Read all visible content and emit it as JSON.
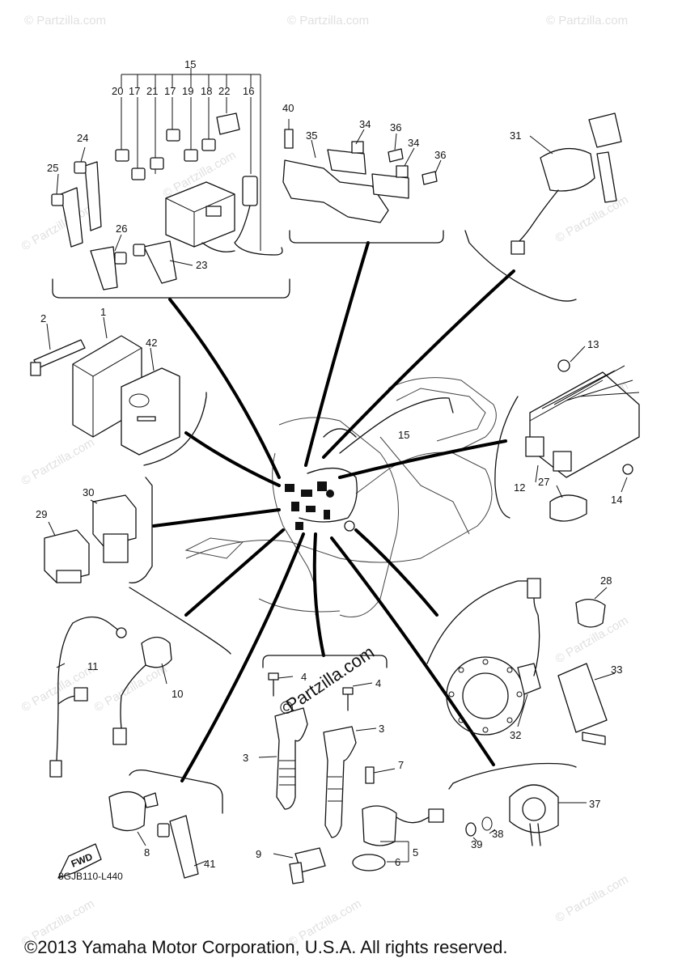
{
  "diagram": {
    "drawing_code": "8GJB110-L440",
    "copyright": "©2013 Yamaha Motor Corporation, U.S.A. All rights reserved.",
    "watermark_text": "© Partzilla.com",
    "center_watermark": "Partzilla.com",
    "fwd_label": "FWD",
    "callouts": {
      "c1": "1",
      "c2": "2",
      "c3a": "3",
      "c3b": "3",
      "c4a": "4",
      "c4b": "4",
      "c5": "5",
      "c6": "6",
      "c7": "7",
      "c8": "8",
      "c9": "9",
      "c10": "10",
      "c11": "11",
      "c12": "12",
      "c13": "13",
      "c14": "14",
      "c15a": "15",
      "c15b": "15",
      "c16": "16",
      "c17a": "17",
      "c17b": "17",
      "c18": "18",
      "c19": "19",
      "c20": "20",
      "c21": "21",
      "c22": "22",
      "c23": "23",
      "c24": "24",
      "c25": "25",
      "c26": "26",
      "c27": "27",
      "c28": "28",
      "c29": "29",
      "c30": "30",
      "c31": "31",
      "c32": "32",
      "c33": "33",
      "c34a": "34",
      "c34b": "34",
      "c35": "35",
      "c36a": "36",
      "c36b": "36",
      "c37": "37",
      "c38": "38",
      "c39": "39",
      "c40": "40",
      "c41": "41",
      "c42": "42"
    }
  },
  "colors": {
    "line": "#111111",
    "background": "#ffffff",
    "watermark": "#c8c8c8"
  }
}
